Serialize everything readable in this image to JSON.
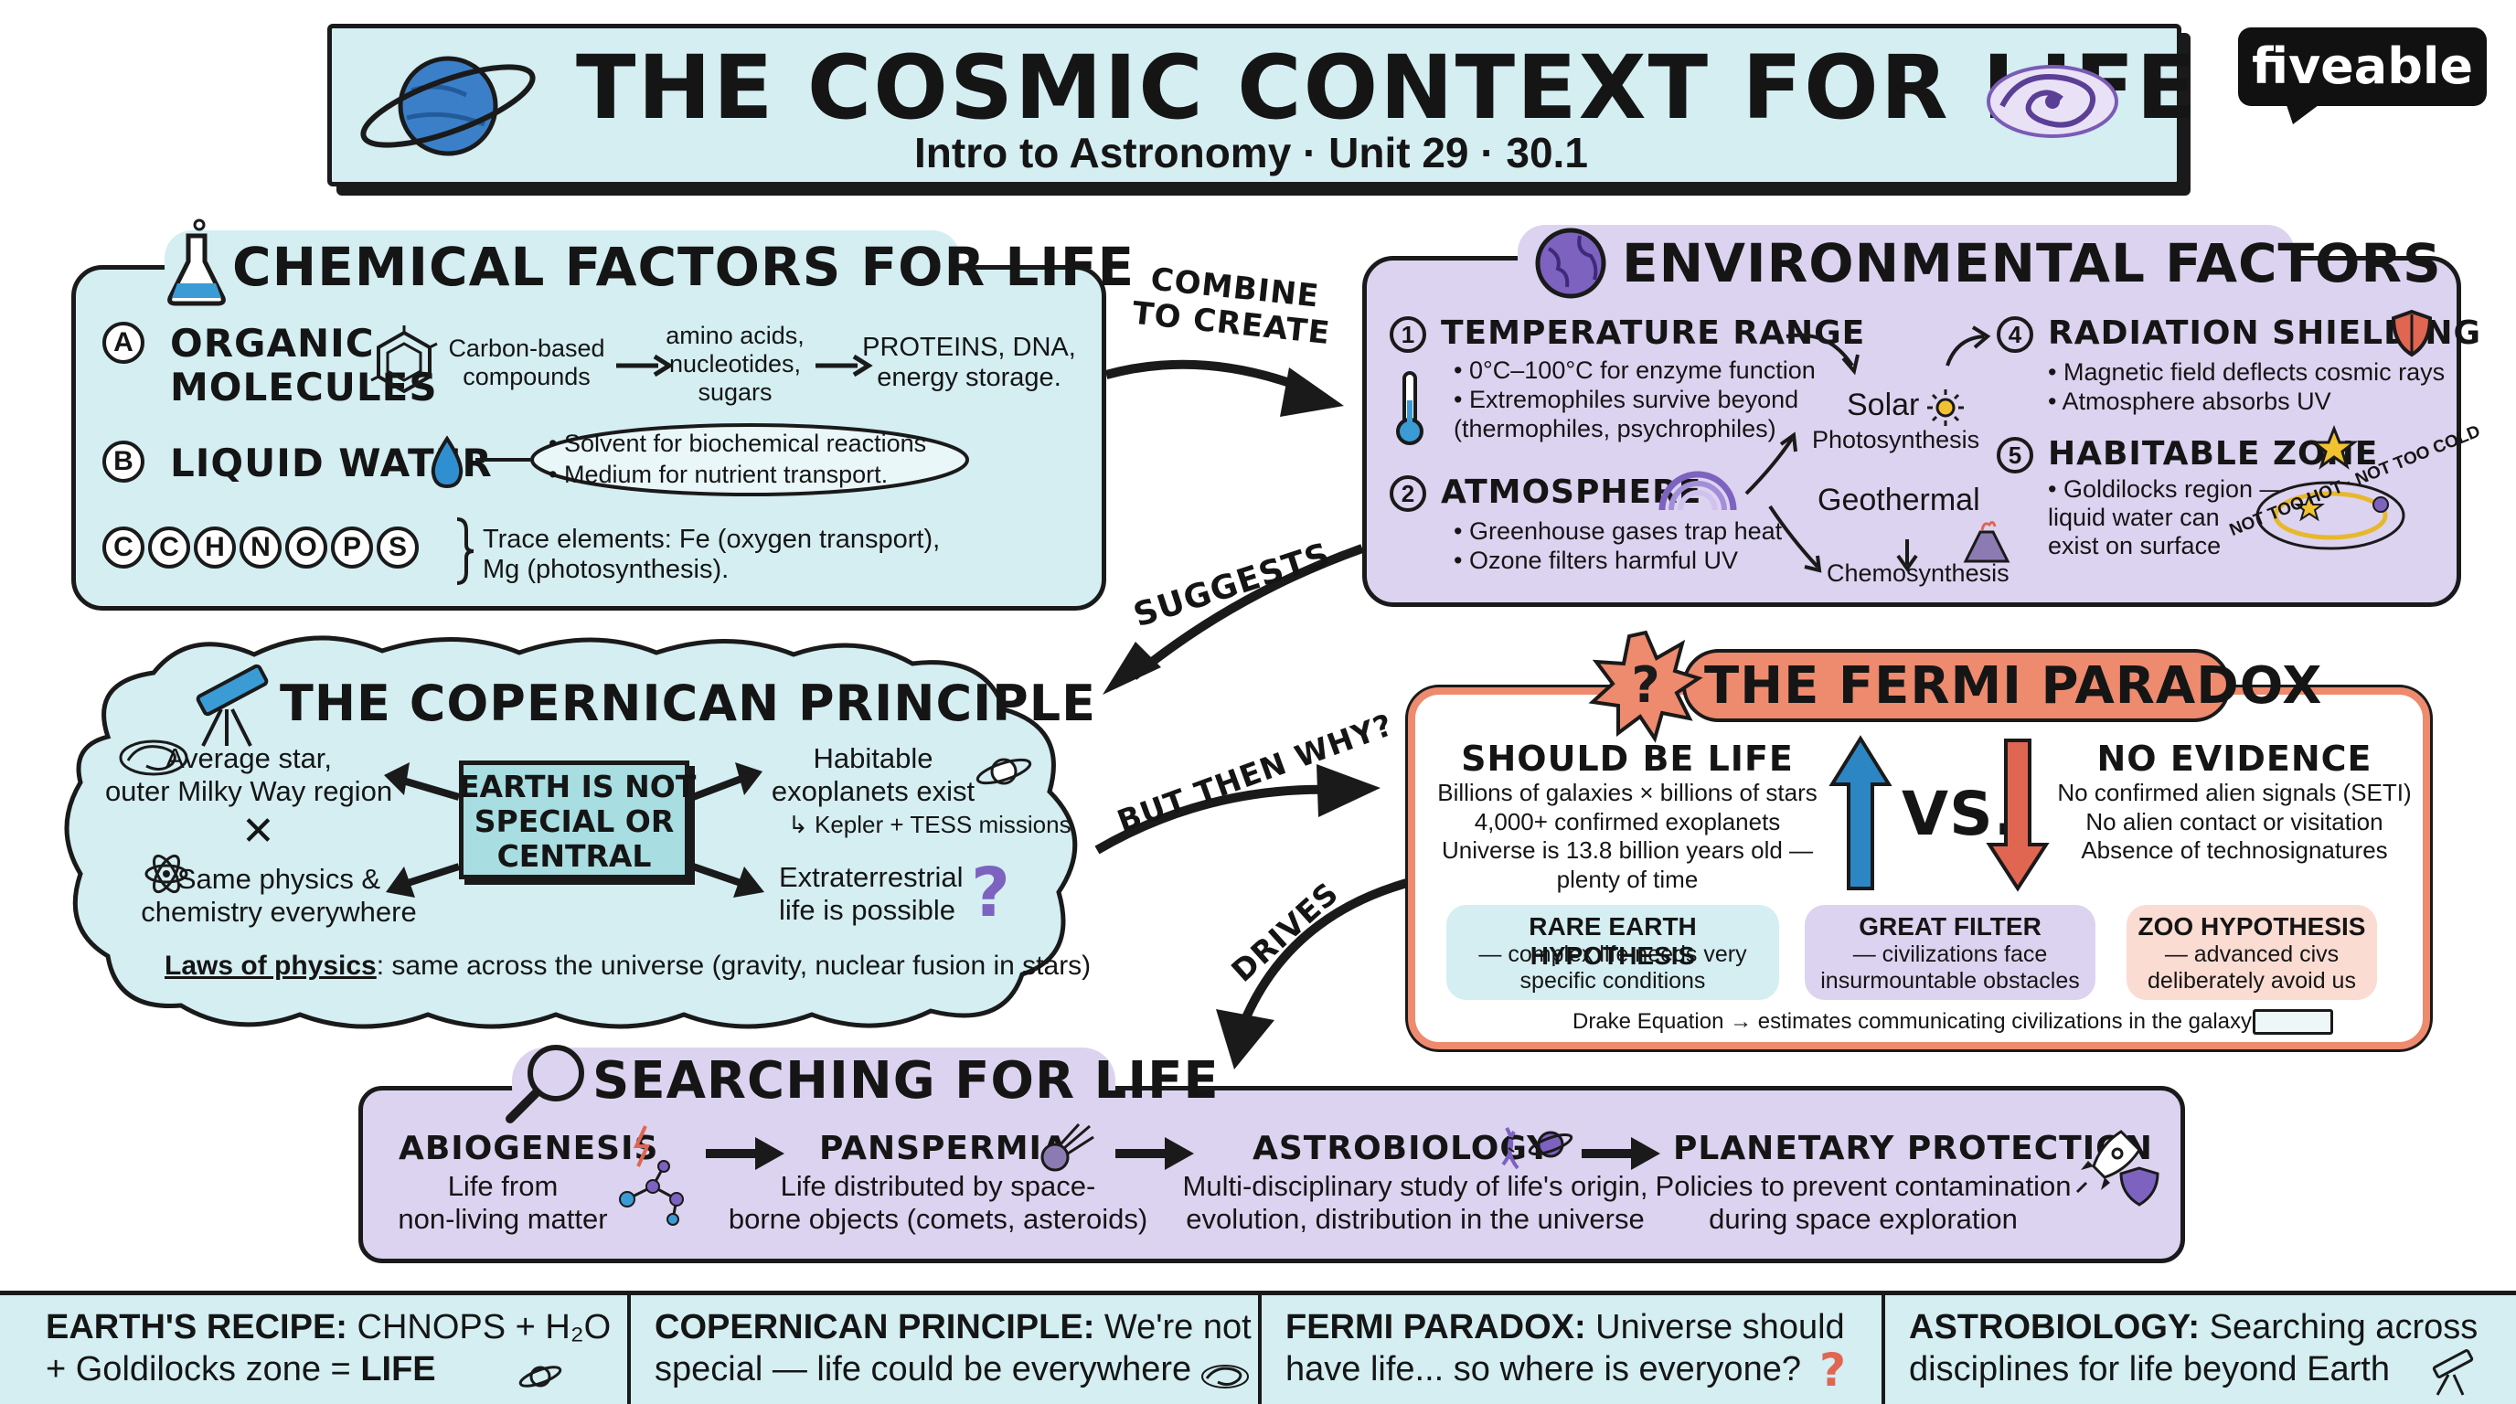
{
  "brand": "fiveable",
  "header": {
    "title": "THE COSMIC CONTEXT FOR LIFE",
    "subtitle": "Intro to Astronomy · Unit 29 · 30.1"
  },
  "arrows": {
    "combine": "COMBINE\nTO CREATE",
    "suggests": "SUGGESTS",
    "but_then_why": "BUT THEN WHY?",
    "drives": "DRIVES"
  },
  "chemical": {
    "title": "CHEMICAL FACTORS FOR LIFE",
    "a_letter": "A",
    "a_label": "ORGANIC\nMOLECULES",
    "a_compounds": "Carbon-based\ncompounds",
    "a_amino": "amino acids,\nnucleotides,\nsugars",
    "a_proteins": "PROTEINS, DNA,\nenergy storage.",
    "b_letter": "B",
    "b_label": "LIQUID WATER",
    "b_points": [
      "• Solvent for biochemical reactions",
      "• Medium for nutrient transport."
    ],
    "c_letter": "C",
    "c_elements": [
      "C",
      "H",
      "N",
      "O",
      "P",
      "S"
    ],
    "c_trace": "Trace elements: Fe (oxygen transport),\nMg (photosynthesis)."
  },
  "environmental": {
    "title": "ENVIRONMENTAL FACTORS",
    "f1_num": "1",
    "f1_title": "TEMPERATURE RANGE",
    "f1_points": [
      "• 0°C–100°C for enzyme function",
      "• Extremophiles survive beyond",
      "(thermophiles, psychrophiles)"
    ],
    "f2_num": "2",
    "f2_title": "ATMOSPHERE",
    "f2_points": [
      "• Greenhouse gases trap heat",
      "• Ozone filters harmful UV"
    ],
    "solar": "Solar",
    "photosynthesis": "Photosynthesis",
    "geothermal": "Geothermal",
    "chemosynthesis": "Chemosynthesis",
    "f4_num": "4",
    "f4_title": "RADIATION SHIELDING",
    "f4_points": [
      "• Magnetic field deflects cosmic rays",
      "• Atmosphere absorbs UV"
    ],
    "f5_num": "5",
    "f5_title": "HABITABLE ZONE",
    "f5_text": "• Goldilocks region —\nliquid water can\nexist on surface",
    "hz_label": "NOT TOO HOT · NOT TOO COLD"
  },
  "copernican": {
    "title": "THE COPERNICAN PRINCIPLE",
    "center": "EARTH IS NOT\nSPECIAL OR\nCENTRAL",
    "avg_star": "Average star,\nouter Milky Way region",
    "same_physics": "Same physics &\nchemistry everywhere",
    "habitable": "Habitable\nexoplanets exist",
    "missions": "↳ Kepler + TESS missions",
    "et": "Extraterrestrial\nlife is possible",
    "laws_label": "Laws of physics",
    "laws_text": ": same across the universe (gravity, nuclear fusion in stars)"
  },
  "fermi": {
    "title": "THE FERMI PARADOX",
    "left_title": "SHOULD BE LIFE",
    "left_text": "Billions of galaxies × billions of stars\n4,000+ confirmed exoplanets\nUniverse is 13.8 billion years old —\nplenty of time",
    "vs": "VS.",
    "right_title": "NO EVIDENCE",
    "right_text": "No confirmed alien signals (SETI)\nNo alien contact or visitation\nAbsence of technosignatures",
    "h1_title": "RARE EARTH HYPOTHESIS",
    "h1_text": "— complex life needs very\nspecific conditions",
    "h2_title": "GREAT FILTER",
    "h2_text": "— civilizations face\ninsurmountable obstacles",
    "h3_title": "ZOO HYPOTHESIS",
    "h3_text": "— advanced civs\ndeliberately avoid us",
    "drake": "Drake Equation → estimates communicating civilizations in the galaxy"
  },
  "searching": {
    "title": "SEARCHING FOR LIFE",
    "steps": [
      {
        "title": "ABIOGENESIS",
        "text": "Life from\nnon-living matter"
      },
      {
        "title": "PANSPERMIA",
        "text": "Life distributed by space-\nborne objects (comets, asteroids)"
      },
      {
        "title": "ASTROBIOLOGY",
        "text": "Multi-disciplinary study of life's origin,\nevolution, distribution in the universe"
      },
      {
        "title": "PLANETARY PROTECTION",
        "text": "Policies to prevent contamination\nduring space exploration"
      }
    ]
  },
  "footer": [
    {
      "label": "EARTH'S RECIPE:",
      "text": " CHNOPS + H₂O\n+ Goldilocks zone = ",
      "strong": "LIFE"
    },
    {
      "label": "COPERNICAN PRINCIPLE:",
      "text": " We're not\nspecial — life could be everywhere",
      "strong": ""
    },
    {
      "label": "FERMI PARADOX:",
      "text": " Universe should\nhave life... so where is everyone?",
      "strong": ""
    },
    {
      "label": "ASTROBIOLOGY:",
      "text": " Searching across\ndisciplines for life beyond Earth",
      "strong": ""
    }
  ],
  "colors": {
    "cyan": "#d4eef2",
    "lavender": "#dcd3f0",
    "coral": "#ee8a6e",
    "peach": "#fadcd2",
    "blue": "#2d86c4",
    "red": "#e06652"
  }
}
